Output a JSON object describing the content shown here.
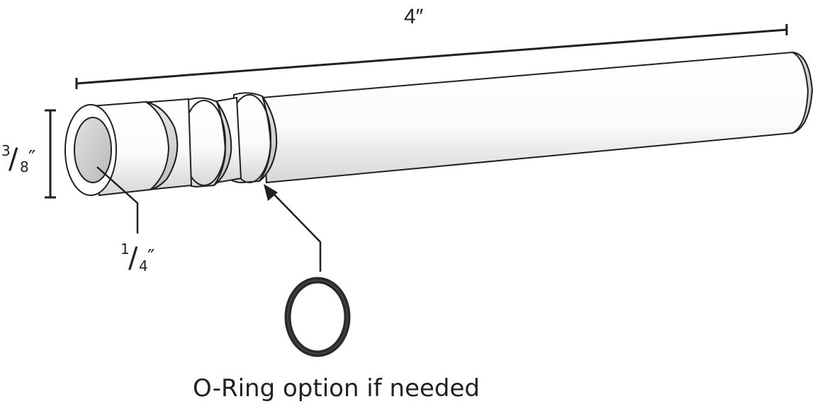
{
  "diagram": {
    "subject": "tube",
    "length_label": "4″",
    "outer_diameter": {
      "numerator": "3",
      "denominator": "8",
      "unit": "″"
    },
    "inner_diameter": {
      "numerator": "1",
      "denominator": "4",
      "unit": "″"
    },
    "oring_caption": "O-Ring option if needed",
    "colors": {
      "outline": "#231f20",
      "tube_light": "#ffffff",
      "tube_shade": "#d4d4d4",
      "bore": "#c8c8c8",
      "oring": "#2a2a28"
    }
  }
}
